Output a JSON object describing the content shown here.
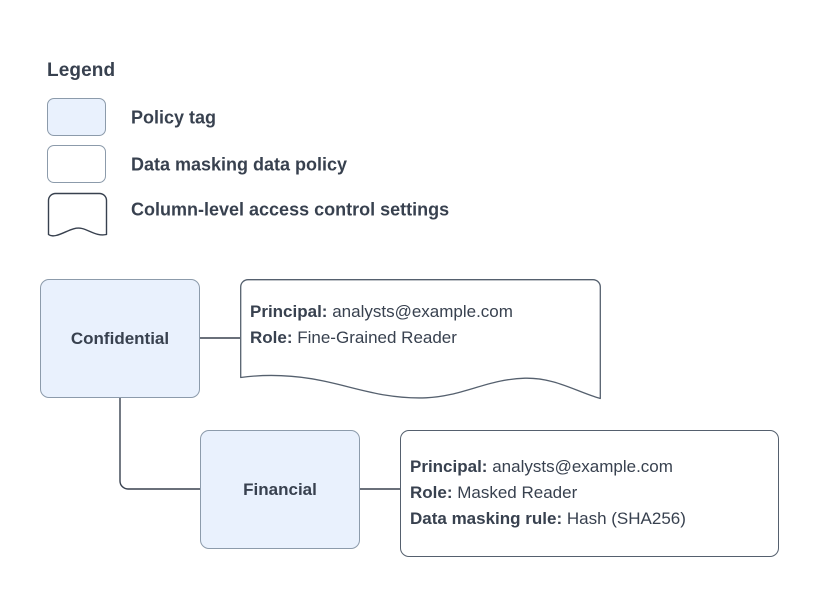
{
  "colors": {
    "background": "#ffffff",
    "policy_tag_fill": "#e9f1fd",
    "policy_tag_border": "#8c9bab",
    "box_border": "#55606e",
    "text": "#38414f",
    "edge": "#38414f"
  },
  "legend": {
    "title": "Legend",
    "items": [
      {
        "label": "Policy tag",
        "swatch": "filled-rounded-rect"
      },
      {
        "label": "Data masking data policy",
        "swatch": "outlined-rounded-rect"
      },
      {
        "label": "Column-level access control settings",
        "swatch": "wavy-bottom-rect"
      }
    ]
  },
  "graph": {
    "nodes": [
      {
        "id": "confidential",
        "label": "Confidential",
        "type": "policy-tag"
      },
      {
        "id": "financial",
        "label": "Financial",
        "type": "policy-tag"
      }
    ],
    "callouts": [
      {
        "id": "confidential-access",
        "type": "column-level-access-control-settings",
        "attached_to": "confidential",
        "lines": [
          {
            "key": "Principal:",
            "value": "analysts@example.com"
          },
          {
            "key": "Role:",
            "value": "Fine-Grained Reader"
          }
        ]
      },
      {
        "id": "financial-policy",
        "type": "data-masking-data-policy",
        "attached_to": "financial",
        "lines": [
          {
            "key": "Principal:",
            "value": "analysts@example.com"
          },
          {
            "key": "Role:",
            "value": "Masked Reader"
          },
          {
            "key": "Data masking rule:",
            "value": "Hash (SHA256)"
          }
        ]
      }
    ],
    "edges": [
      {
        "from": "confidential",
        "to": "confidential-access"
      },
      {
        "from": "confidential",
        "to": "financial"
      },
      {
        "from": "financial",
        "to": "financial-policy"
      }
    ]
  }
}
